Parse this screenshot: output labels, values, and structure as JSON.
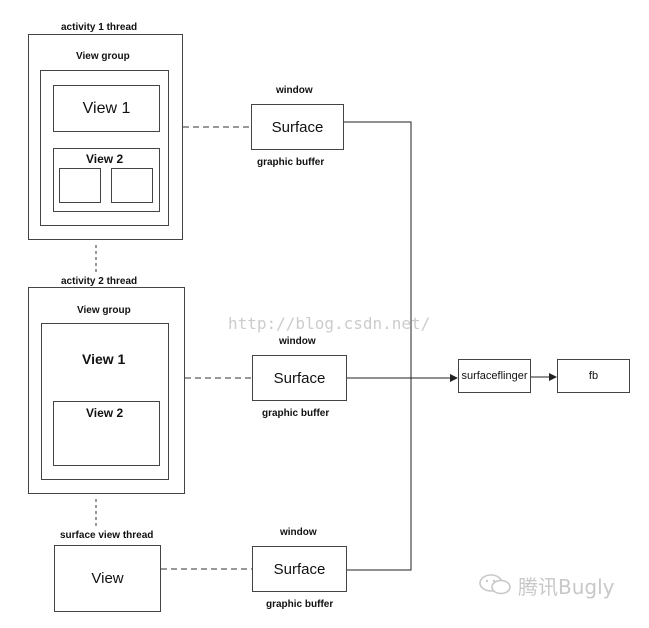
{
  "activity1": {
    "title": "activity 1   thread",
    "view_group": "View group",
    "view1": "View 1",
    "view2": "View 2"
  },
  "activity2": {
    "title": "activity 2   thread",
    "view_group": "View group",
    "view1": "View 1",
    "view2": "View 2"
  },
  "surface_view": {
    "title": "surface view   thread",
    "view": "View"
  },
  "windows": [
    {
      "window": "window",
      "surface": "Surface",
      "buffer": "graphic buffer"
    },
    {
      "window": "window",
      "surface": "Surface",
      "buffer": "graphic buffer"
    },
    {
      "window": "window",
      "surface": "Surface",
      "buffer": "graphic buffer"
    }
  ],
  "surfaceflinger": "surfaceflinger",
  "fb": "fb",
  "watermark": "http://blog.csdn.net/",
  "brand": "腾讯Bugly"
}
